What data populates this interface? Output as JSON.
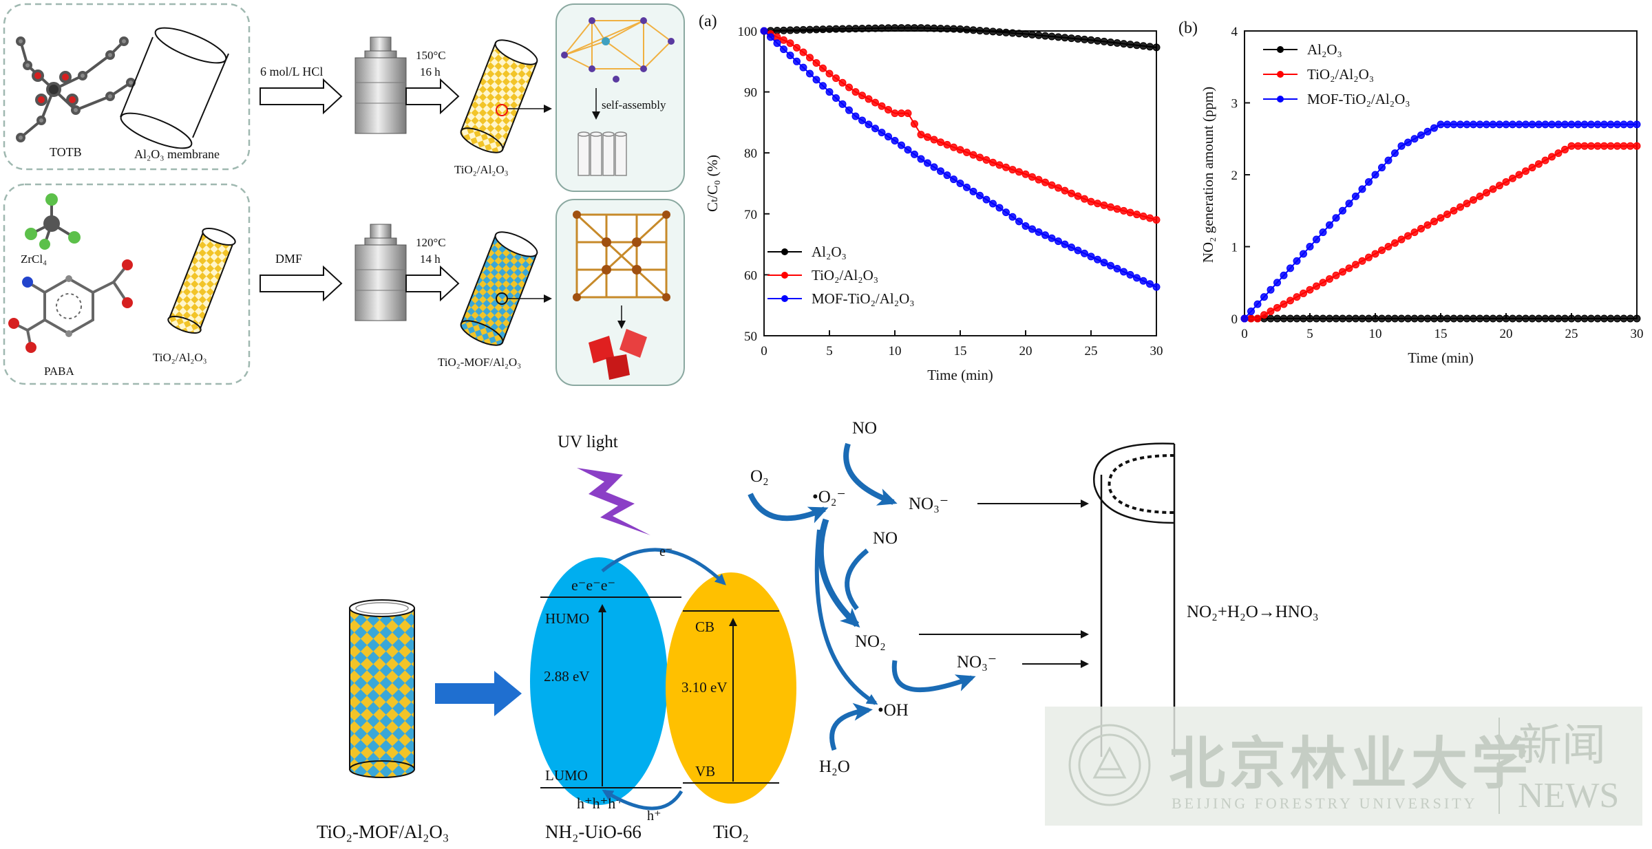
{
  "synthesis": {
    "totb_label": "TOTB",
    "al2o3_label": "Al₂O₃ membrane",
    "hcl_label": "6 mol/L HCl",
    "cond1_temp": "150°C",
    "cond1_time": "16 h",
    "tio2_al2o3_label": "TiO₂/Al₂O₃",
    "self_assembly_label": "self-assembly",
    "zrcl4_label": "ZrCl₄",
    "paba_label": "PABA",
    "tio2_al2o3_label2": "TiO₂/Al₂O₃",
    "dmf_label": "DMF",
    "cond2_temp": "120°C",
    "cond2_time": "14 h",
    "tio2_mof_label": "TiO₂-MOF/Al₂O₃"
  },
  "mechanism": {
    "uv_label": "UV light",
    "electron_label": "e⁻",
    "hole_label": "h⁺",
    "eee_label": "e⁻e⁻e⁻",
    "hhh_label": "h⁺h⁺h⁺",
    "humo_label": "HUMO",
    "lumo_label": "LUMO",
    "gap1_label": "2.88 eV",
    "cb_label": "CB",
    "vb_label": "VB",
    "gap2_label": "3.10 eV",
    "membrane_label": "TiO₂-MOF/Al₂O₃",
    "mof_label": "NH₂-UiO-66",
    "tio2_label": "TiO₂",
    "o2_label": "O₂",
    "superoxide_label": "•O₂⁻",
    "no1_label": "NO",
    "no3_1_label": "NO₃⁻",
    "no2_label": "NO",
    "no2_species_label": "NO₂",
    "no3_2_label": "NO₃⁻",
    "oh_label": "•OH",
    "h2o_label": "H₂O",
    "reaction_label": "NO₂+H₂O→HNO₃"
  },
  "watermark": {
    "cn_name": "北京林业大学",
    "en_name": "BEIJING FORESTRY UNIVERSITY",
    "news_cn": "新闻",
    "news_en": "NEWS"
  },
  "chart_data": [
    {
      "type": "line",
      "panel_label": "(a)",
      "xlabel": "Time (min)",
      "ylabel": "Cₜ/C₀ (%)",
      "xlim": [
        0,
        30
      ],
      "ylim": [
        50,
        100
      ],
      "xticks": [
        0,
        5,
        10,
        15,
        20,
        25,
        30
      ],
      "yticks": [
        50,
        60,
        70,
        80,
        90,
        100
      ],
      "legend_position": "bottom-left",
      "series": [
        {
          "name": "Al₂O₃",
          "color": "#000000",
          "x": [
            0,
            5,
            10,
            12,
            15,
            20,
            25,
            30
          ],
          "y": [
            100,
            100.3,
            100.5,
            100.5,
            100.3,
            99.5,
            98.5,
            97.3
          ]
        },
        {
          "name": "TiO₂/Al₂O₃",
          "color": "#ff0000",
          "x": [
            0,
            1,
            2,
            3,
            5,
            7,
            10,
            11,
            12,
            15,
            18,
            20,
            25,
            30
          ],
          "y": [
            100,
            99,
            98,
            96.5,
            93,
            90,
            86.5,
            86.5,
            83,
            80.5,
            78,
            76.5,
            72,
            69
          ]
        },
        {
          "name": "MOF-TiO₂/Al₂O₃",
          "color": "#0000ff",
          "x": [
            0,
            1,
            2,
            3,
            5,
            7,
            10,
            12,
            15,
            18,
            20,
            25,
            30
          ],
          "y": [
            100,
            98,
            96,
            94,
            90,
            86,
            82,
            79,
            75,
            71,
            68,
            63,
            58
          ]
        }
      ]
    },
    {
      "type": "line",
      "panel_label": "(b)",
      "xlabel": "Time (min)",
      "ylabel": "NO₂ generation amount (ppm)",
      "xlim": [
        0,
        30
      ],
      "ylim": [
        0,
        4
      ],
      "xticks": [
        0,
        5,
        10,
        15,
        20,
        25,
        30
      ],
      "yticks": [
        0,
        1,
        2,
        3,
        4
      ],
      "legend_position": "top-left",
      "series": [
        {
          "name": "Al₂O₃",
          "color": "#000000",
          "x": [
            0,
            30
          ],
          "y": [
            0,
            0
          ]
        },
        {
          "name": "TiO₂/Al₂O₃",
          "color": "#ff0000",
          "x": [
            0,
            1,
            25,
            30
          ],
          "y": [
            0,
            0,
            2.4,
            2.4
          ]
        },
        {
          "name": "MOF-TiO₂/Al₂O₃",
          "color": "#0000ff",
          "x": [
            0,
            12,
            15,
            30
          ],
          "y": [
            0,
            2.4,
            2.7,
            2.7
          ]
        }
      ]
    }
  ]
}
